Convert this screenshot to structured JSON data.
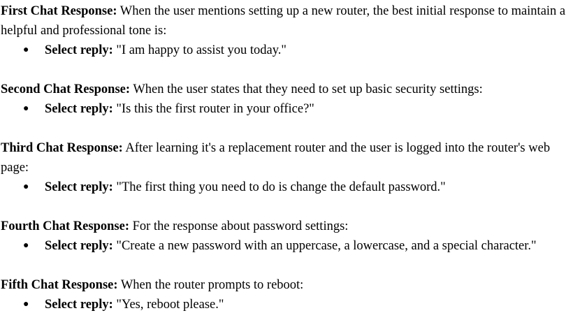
{
  "responses": [
    {
      "label": "First Chat Response:",
      "text": " When the user mentions setting up a new router, the best initial response to maintain a helpful and professional tone is:",
      "select_label": "Select reply:",
      "reply": " \"I am happy to assist you today.\""
    },
    {
      "label": "Second Chat Response:",
      "text": " When the user states that they need to set up basic security settings:",
      "select_label": "Select reply:",
      "reply": " \"Is this the first router in your office?\""
    },
    {
      "label": "Third Chat Response:",
      "text": " After learning it's a replacement router and the user is logged into the router's web page:",
      "select_label": "Select reply:",
      "reply": " \"The first thing you need to do is change the default password.\""
    },
    {
      "label": "Fourth Chat Response:",
      "text": " For the response about password settings:",
      "select_label": "Select reply:",
      "reply": " \"Create a new password with an uppercase, a lowercase, and a special character.\""
    },
    {
      "label": "Fifth Chat Response:",
      "text": " When the router prompts to reboot:",
      "select_label": "Select reply:",
      "reply": " \"Yes, reboot please.\""
    }
  ]
}
